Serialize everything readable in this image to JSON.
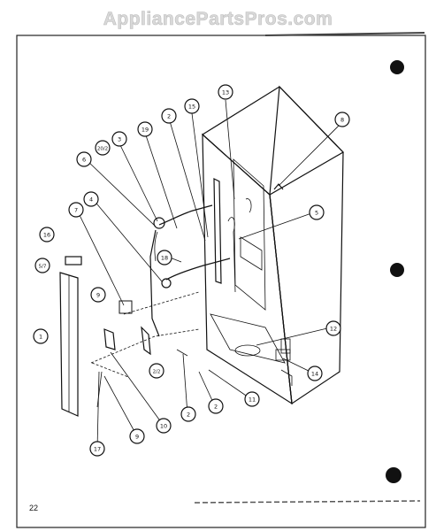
{
  "watermark": "AppliancePartsPros.com",
  "page_number": "22",
  "callouts": [
    {
      "id": "c-13",
      "label": "13"
    },
    {
      "id": "c-8",
      "label": "8"
    },
    {
      "id": "c-15",
      "label": "15"
    },
    {
      "id": "c-2a",
      "label": "2"
    },
    {
      "id": "c-19",
      "label": "19"
    },
    {
      "id": "c-3",
      "label": "3"
    },
    {
      "id": "c-20-2",
      "label": "20/2"
    },
    {
      "id": "c-6",
      "label": "6"
    },
    {
      "id": "c-4",
      "label": "4"
    },
    {
      "id": "c-7",
      "label": "7"
    },
    {
      "id": "c-16",
      "label": "16"
    },
    {
      "id": "c-5-7",
      "label": "5/7"
    },
    {
      "id": "c-5",
      "label": "5"
    },
    {
      "id": "c-18",
      "label": "18"
    },
    {
      "id": "c-9a",
      "label": "9"
    },
    {
      "id": "c-1",
      "label": "1"
    },
    {
      "id": "c-12",
      "label": "12"
    },
    {
      "id": "c-2-2",
      "label": "2/2"
    },
    {
      "id": "c-14",
      "label": "14"
    },
    {
      "id": "c-2b",
      "label": "2"
    },
    {
      "id": "c-2c",
      "label": "2"
    },
    {
      "id": "c-11",
      "label": "11"
    },
    {
      "id": "c-10",
      "label": "10"
    },
    {
      "id": "c-9b",
      "label": "9"
    },
    {
      "id": "c-17",
      "label": "17"
    }
  ]
}
